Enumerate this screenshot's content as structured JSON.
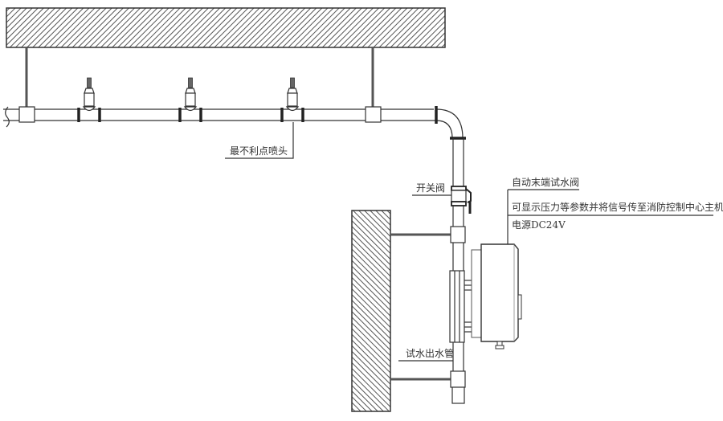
{
  "diagram": {
    "title": "",
    "labels": {
      "most_unfavorable_sprinkler": "最不利点喷头",
      "switch_valve": "开关阀",
      "auto_end_test_valve": "自动末端试水阀",
      "auto_end_test_valve_desc": "可显示压力等参数并将信号传至消防控制中心主机",
      "power_supply": "电源DC24V",
      "test_drain_pipe": "试水出水管"
    },
    "components": [
      {
        "id": "ceiling-slab",
        "type": "hatched-structure"
      },
      {
        "id": "wall",
        "type": "hatched-structure"
      },
      {
        "id": "horizontal-main-pipe",
        "type": "pipe"
      },
      {
        "id": "pipe-hanger-1",
        "type": "hanger"
      },
      {
        "id": "pipe-hanger-2",
        "type": "hanger"
      },
      {
        "id": "sprinkler-head-1",
        "type": "sprinkler"
      },
      {
        "id": "sprinkler-head-2",
        "type": "sprinkler"
      },
      {
        "id": "sprinkler-head-3",
        "type": "sprinkler",
        "note": "most unfavorable"
      },
      {
        "id": "elbow",
        "type": "pipe-elbow"
      },
      {
        "id": "vertical-pipe",
        "type": "pipe"
      },
      {
        "id": "switch-valve",
        "type": "valve"
      },
      {
        "id": "pipe-clamp-upper",
        "type": "bracket"
      },
      {
        "id": "pipe-clamp-lower",
        "type": "bracket"
      },
      {
        "id": "auto-end-test-valve-unit",
        "type": "device"
      },
      {
        "id": "drain-pipe-outlet",
        "type": "pipe"
      }
    ],
    "colors": {
      "line": "#333333",
      "hatch": "#555555",
      "background": "#ffffff"
    }
  }
}
